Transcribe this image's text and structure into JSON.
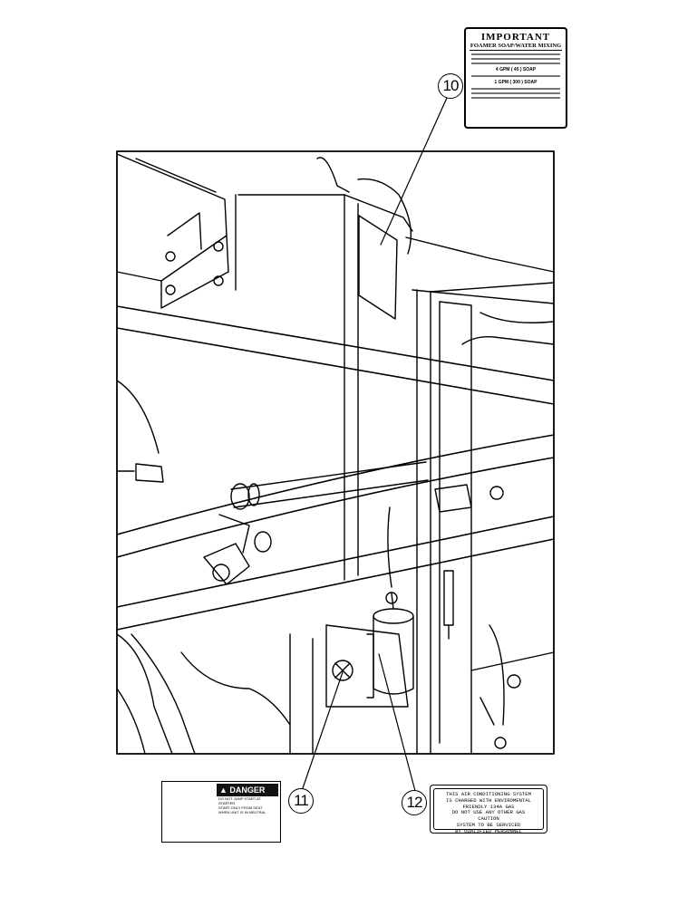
{
  "callouts": {
    "c10": "10",
    "c11": "11",
    "c12": "12"
  },
  "decal_important": {
    "title": "IMPORTANT",
    "subtitle": "FOAMER SOAP/WATER MIXING",
    "section2": "4 GPM ( 45 ) SOAP",
    "section3": "1 GPM ( 300 ) SOAP"
  },
  "decal_danger": {
    "header": "DANGER",
    "line1": "DO NOT JUMP START AT",
    "line2": "STARTER",
    "line3": "START ONLY FROM SEAT",
    "line4": "WHEN UNIT IS IN NEUTRAL"
  },
  "decal_ac": {
    "line1": "THIS AIR CONDITIONING SYSTEM",
    "line2": "IS CHARGED WITH ENVIROMENTAL",
    "line3": "FRIENDLY 134A GAS",
    "line4": "DO NOT USE ANY OTHER GAS",
    "line5": "CAUTION",
    "line6": "SYSTEM TO BE SERVICED",
    "line7": "BY QUALIFIED PERSONNEL"
  }
}
